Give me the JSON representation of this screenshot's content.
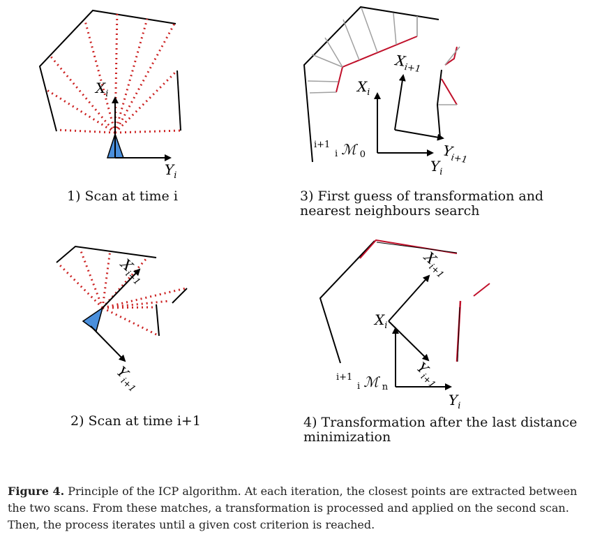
{
  "panels": [
    {
      "id": "p1",
      "caption_lines": [
        "1) Scan at time i"
      ],
      "labels": {
        "x_axis": "X",
        "x_sub": "i",
        "y_axis": "Y",
        "y_sub": "i"
      }
    },
    {
      "id": "p2",
      "caption_lines": [
        "2) Scan at time i+1"
      ],
      "labels": {
        "x_axis": "X",
        "x_sub": "i+1",
        "y_axis": "Y",
        "y_sub": "i+1"
      }
    },
    {
      "id": "p3",
      "caption_lines": [
        "3) First guess of transformation and",
        "nearest neighbours search"
      ],
      "labels": {
        "xi_axis": "X",
        "xi_sub": "i",
        "yi_axis": "Y",
        "yi_sub": "i",
        "x1_axis": "X",
        "x1_sub": "i+1",
        "y1_axis": "Y",
        "y1_sub": "i+1",
        "m_sup": "i+1",
        "m_pre": "i",
        "m_sym": "ℳ",
        "m_sub": "0"
      }
    },
    {
      "id": "p4",
      "caption_lines": [
        "4) Transformation after the last distance",
        "minimization"
      ],
      "labels": {
        "xi_axis": "X",
        "xi_sub": "i",
        "yi_axis": "Y",
        "yi_sub": "i",
        "x1_axis": "X",
        "x1_sub": "i+1",
        "y1_axis": "Y",
        "y1_sub": "i+1",
        "m_sup": "i+1",
        "m_pre": "i",
        "m_sym": "ℳ",
        "m_sub": "n"
      }
    }
  ],
  "figure_caption": {
    "label": "Figure 4.",
    "text": "Principle of the ICP algorithm. At each iteration, the closest points are extracted between the two scans. From these matches, a transformation is processed and applied on the second scan. Then, the process iterates until a given cost criterion is reached."
  },
  "colors": {
    "ray": "#cc2222",
    "matched": "#c0102a",
    "match_link": "#a0a0a0",
    "sensor": "#4a8fdc",
    "wall": "#000000"
  }
}
